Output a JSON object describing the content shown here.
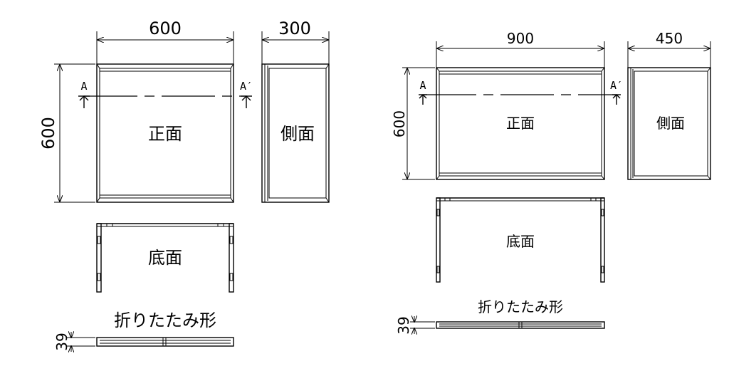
{
  "small": {
    "width_dim": "600",
    "depth_dim": "300",
    "height_dim": "600",
    "fold_dim": "39",
    "front_label": "正面",
    "side_label": "側面",
    "bottom_label": "底面",
    "fold_label": "折りたたみ形",
    "section_a": "A",
    "section_a_prime": "A′"
  },
  "large": {
    "width_dim": "900",
    "depth_dim": "450",
    "height_dim": "600",
    "fold_dim": "39",
    "front_label": "正面",
    "side_label": "側面",
    "bottom_label": "底面",
    "fold_label": "折りたたみ形",
    "section_a": "A",
    "section_a_prime": "A′"
  }
}
